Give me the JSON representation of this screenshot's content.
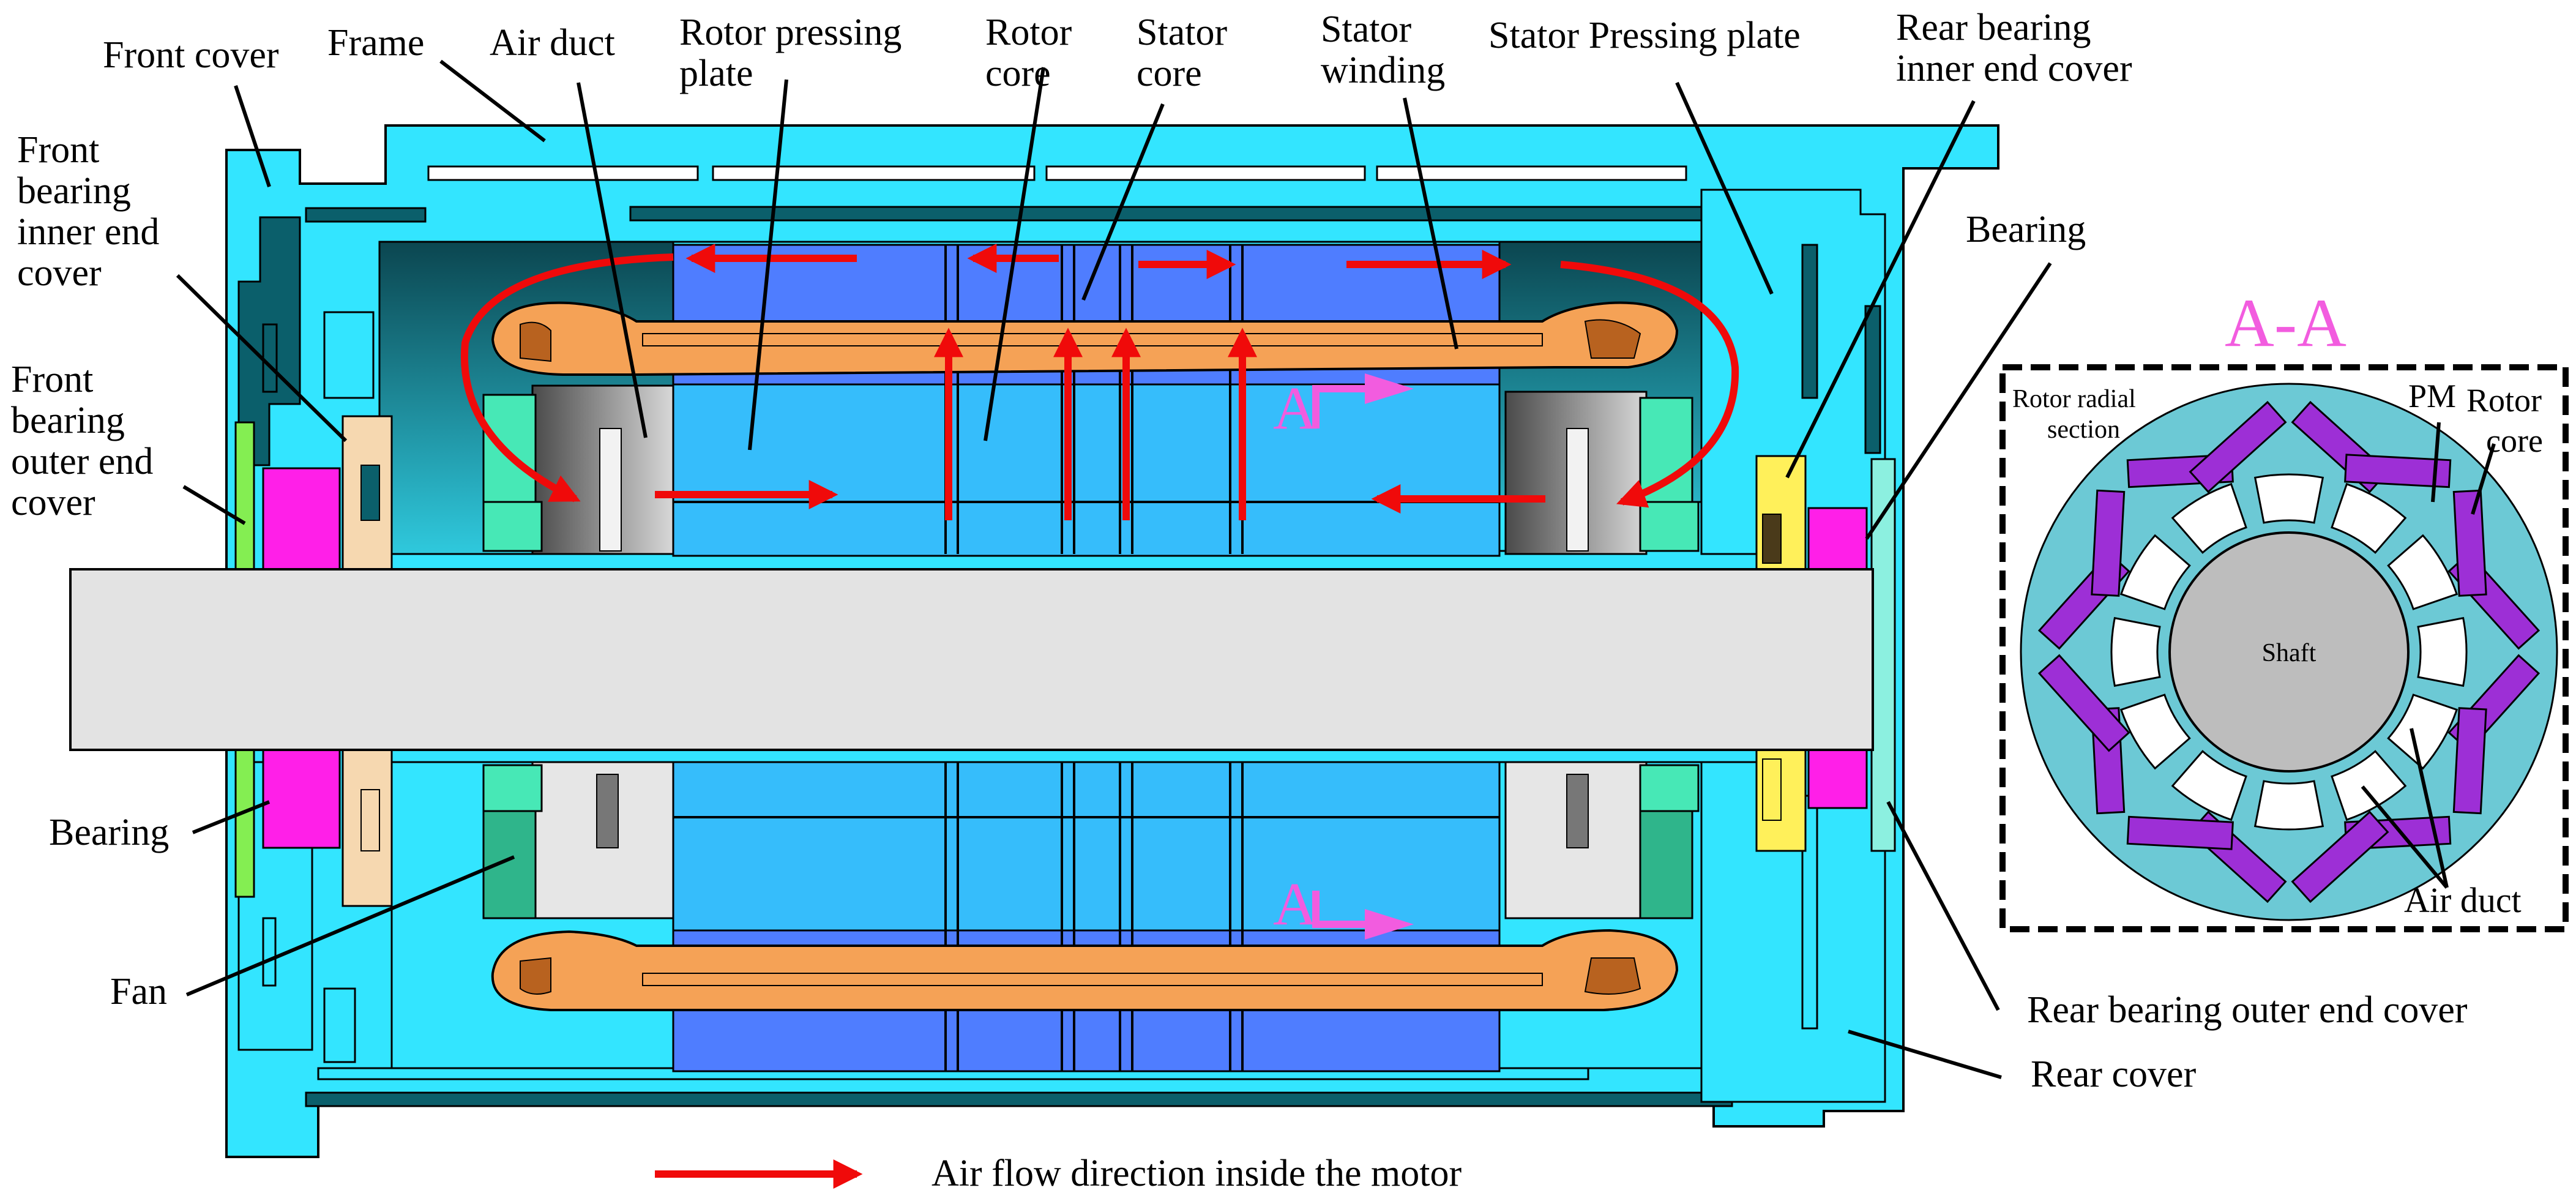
{
  "labels": {
    "front_cover": "Front cover",
    "frame": "Frame",
    "air_duct": "Air duct",
    "rotor_pressing_plate": [
      "Rotor pressing",
      "plate"
    ],
    "rotor_core": [
      "Rotor",
      "core"
    ],
    "stator_core": [
      "Stator",
      "core"
    ],
    "stator_winding": [
      "Stator",
      "winding"
    ],
    "stator_pressing_plate": "Stator Pressing plate",
    "rear_bearing_inner_end_cover": [
      "Rear bearing",
      "inner end cover"
    ],
    "front_bearing_inner_end_cover": [
      "Front",
      "bearing",
      "inner end",
      "cover"
    ],
    "front_bearing_outer_end_cover": [
      "Front",
      "bearing",
      "outer end",
      "cover"
    ],
    "bearing_rear": "Bearing",
    "bearing_front": "Bearing",
    "fan": "Fan",
    "rear_bearing_outer_end_cover": "Rear bearing outer end cover",
    "rear_cover": "Rear cover",
    "section_mark": "A",
    "legend": "Air flow direction inside the motor"
  },
  "section": {
    "title": "A-A",
    "rotor_radial_section": [
      "Rotor radial",
      "section"
    ],
    "pm": "PM",
    "rotor_core": [
      "Rotor",
      "core"
    ],
    "shaft": "Shaft",
    "air_duct": "Air duct"
  },
  "colors": {
    "housing": "#33e5ff",
    "housing_dark": "#0b5f6b",
    "stator": "#4f7dff",
    "rotor": "#36bdfb",
    "winding": "#f5a256",
    "winding_dark": "#b8621f",
    "bearing": "#ff1fe8",
    "bearing_cover": "#f6d8b0",
    "outer_cover": "#84ee52",
    "rear_inner_cover": "#fff05a",
    "fan": "#47e8b6",
    "shaft": "#e3e3e3",
    "airflow": "#f00a0a",
    "section_mark": "#f25cdf",
    "section_disc": "#6cc9d5",
    "pm": "#9d2fd6"
  }
}
